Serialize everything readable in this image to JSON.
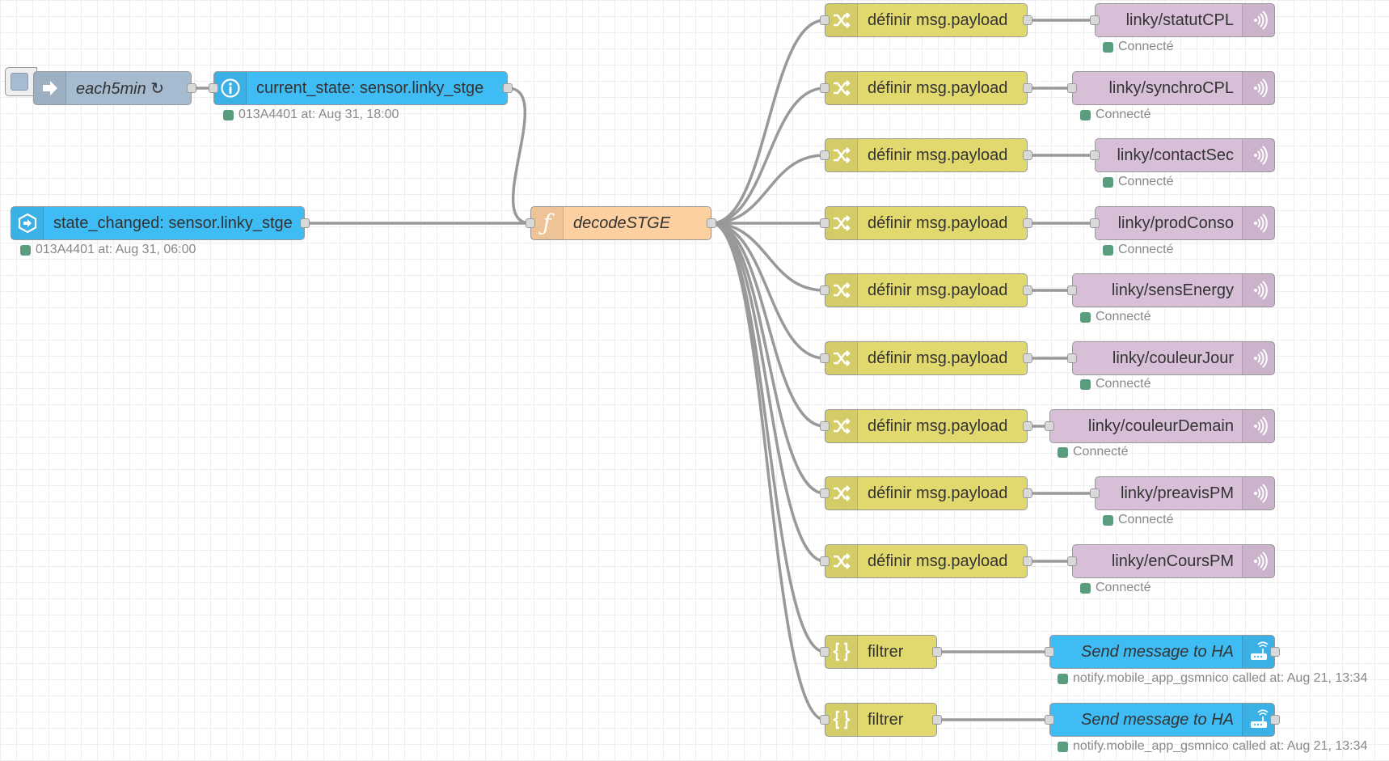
{
  "canvas": {
    "grid": true,
    "colors": {
      "inject": "#a6bbcf",
      "home_assistant": "#3fbcf3",
      "function": "#fdd0a2",
      "change": "#e2d96e",
      "mqtt_out": "#d8bfd8",
      "wire": "#999999",
      "status_connected": "#5a9d7e"
    }
  },
  "nodes": {
    "inject": {
      "label": "each5min ↻",
      "icon": "arrow-right-icon"
    },
    "current_state": {
      "label": "current_state: sensor.linky_stge",
      "status": "013A4401 at: Aug 31, 18:00",
      "icon": "info-icon"
    },
    "state_changed": {
      "label": "state_changed: sensor.linky_stge",
      "status": "013A4401 at: Aug 31, 06:00",
      "icon": "hexagon-arrow-icon"
    },
    "decode": {
      "label": "decodeSTGE",
      "icon": "function-icon"
    },
    "change_nodes": [
      {
        "label": "définir msg.payload"
      },
      {
        "label": "définir msg.payload"
      },
      {
        "label": "définir msg.payload"
      },
      {
        "label": "définir msg.payload"
      },
      {
        "label": "définir msg.payload"
      },
      {
        "label": "définir msg.payload"
      },
      {
        "label": "définir msg.payload"
      },
      {
        "label": "définir msg.payload"
      },
      {
        "label": "définir msg.payload"
      }
    ],
    "mqtt_nodes": [
      {
        "label": "linky/statutCPL",
        "status": "Connecté"
      },
      {
        "label": "linky/synchroCPL",
        "status": "Connecté"
      },
      {
        "label": "linky/contactSec",
        "status": "Connecté"
      },
      {
        "label": "linky/prodConso",
        "status": "Connecté"
      },
      {
        "label": "linky/sensEnergy",
        "status": "Connecté"
      },
      {
        "label": "linky/couleurJour",
        "status": "Connecté"
      },
      {
        "label": "linky/couleurDemain",
        "status": "Connecté"
      },
      {
        "label": "linky/preavisPM",
        "status": "Connecté"
      },
      {
        "label": "linky/enCoursPM",
        "status": "Connecté"
      }
    ],
    "filters": [
      {
        "label": "filtrer"
      },
      {
        "label": "filtrer"
      }
    ],
    "notify_nodes": [
      {
        "label": "Send message to HA",
        "status": "notify.mobile_app_gsmnico called at: Aug 21, 13:34"
      },
      {
        "label": "Send message to HA",
        "status": "notify.mobile_app_gsmnico called at: Aug 21, 13:34"
      }
    ]
  }
}
